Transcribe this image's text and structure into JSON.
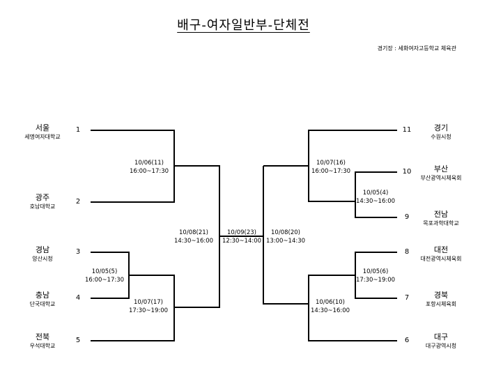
{
  "title": "배구-여자일반부-단체전",
  "venue": "경기장 : 세화여자고등학교 체육관",
  "teams": [
    {
      "seed": "1",
      "region": "서울",
      "school": "세명여자대학교"
    },
    {
      "seed": "2",
      "region": "광주",
      "school": "호남대학교"
    },
    {
      "seed": "3",
      "region": "경남",
      "school": "양산시청"
    },
    {
      "seed": "4",
      "region": "충남",
      "school": "단국대학교"
    },
    {
      "seed": "5",
      "region": "전북",
      "school": "우석대학교"
    },
    {
      "seed": "6",
      "region": "대구",
      "school": "대구광역시청"
    },
    {
      "seed": "7",
      "region": "경북",
      "school": "포항시체육회"
    },
    {
      "seed": "8",
      "region": "대전",
      "school": "대전광역시체육회"
    },
    {
      "seed": "9",
      "region": "전남",
      "school": "목포과학대학교"
    },
    {
      "seed": "10",
      "region": "부산",
      "school": "부산광역시체육회"
    },
    {
      "seed": "11",
      "region": "경기",
      "school": "수원시청"
    }
  ],
  "matches": [
    {
      "date": "10/06(11)",
      "time": "16:00~17:30"
    },
    {
      "date": "10/05(5)",
      "time": "16:00~17:30"
    },
    {
      "date": "10/07(17)",
      "time": "17:30~19:00"
    },
    {
      "date": "10/08(21)",
      "time": "14:30~16:00"
    },
    {
      "date": "10/09(23)",
      "time": "12:30~14:00"
    },
    {
      "date": "10/08(20)",
      "time": "13:00~14:30"
    },
    {
      "date": "10/07(16)",
      "time": "16:00~17:30"
    },
    {
      "date": "10/05(4)",
      "time": "14:30~16:00"
    },
    {
      "date": "10/05(6)",
      "time": "17:30~19:00"
    },
    {
      "date": "10/06(10)",
      "time": "14:30~16:00"
    }
  ]
}
